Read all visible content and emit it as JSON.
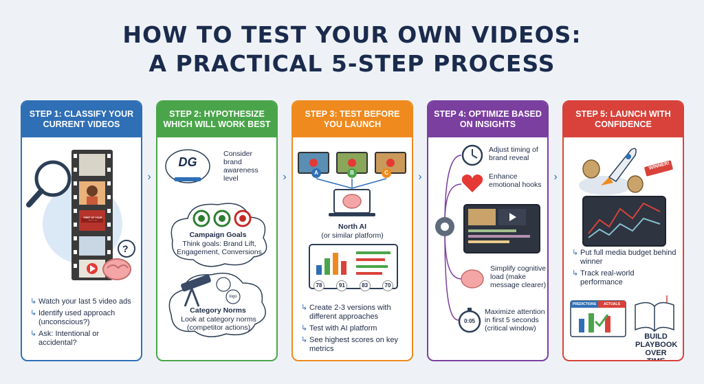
{
  "title": {
    "line1": "HOW TO TEST YOUR OWN VIDEOS:",
    "line2": "A PRACTICAL 5-STEP PROCESS"
  },
  "colors": {
    "step1": "#2f6fb5",
    "step2": "#4aa54a",
    "step3": "#ef8a1e",
    "step4": "#7b3fa0",
    "step5": "#d8423a",
    "background": "#eef2f6"
  },
  "steps": [
    {
      "title": "STEP 1: CLASSIFY YOUR CURRENT VIDEOS",
      "film_label": "FIRST OF YOUR BRAND",
      "question": "?",
      "bullets": [
        "Watch your last 5 video ads",
        "Identify used approach (unconscious?)",
        "Ask: Intentional or accidental?"
      ]
    },
    {
      "title": "STEP 2: HYPOTHESIZE WHICH WILL WORK BEST",
      "logo_text": "DG",
      "brand_label": "Consider brand awareness level",
      "goals_title": "Campaign Goals",
      "goals_text": "Think goals: Brand Lift, Engagement, Conversions",
      "logo_chip": "logo",
      "norms_title": "Category Norms",
      "norms_text": "Look at category norms (competitor actions)"
    },
    {
      "title": "STEP 3: TEST BEFORE YOU LAUNCH",
      "versions": [
        "A",
        "B",
        "C"
      ],
      "platform_title": "North AI",
      "platform_sub": "(or similar platform)",
      "scores": [
        "78",
        "91",
        "83",
        "70"
      ],
      "bullets": [
        "Create 2-3 versions with different approaches",
        "Test with AI platform",
        "See highest scores on key metrics"
      ]
    },
    {
      "title": "STEP 4: OPTIMIZE BASED ON INSIGHTS",
      "items": [
        "Adjust timing of brand reveal",
        "Enhance emotional hooks",
        "Simplify cognitive load (make message clearer)",
        "Maximize attention in first 5 seconds (critical window)"
      ],
      "stopwatch": "0:05"
    },
    {
      "title": "STEP 5: LAUNCH WITH CONFIDENCE",
      "winner_tag": "WINNER!",
      "bullets": [
        "Put full media budget behind winner",
        "Track real-world performance"
      ],
      "predictions_label": "PREDICTIONS",
      "actuals_label": "ACTUALS",
      "playbook_label": "BUILD PLAYBOOK OVER TIME"
    }
  ]
}
